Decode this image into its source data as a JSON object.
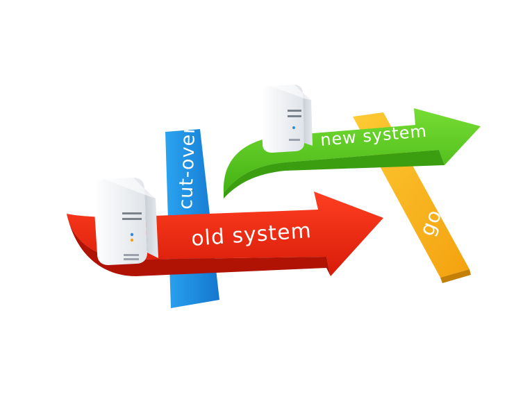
{
  "labels": {
    "cut_over": "cut-over",
    "go_live": "go live",
    "new_system": "new system",
    "old_system": "old system"
  },
  "colors": {
    "blue": "#1a8fe6",
    "yellow": "#f9b61c",
    "green": "#5ccc1e",
    "red": "#ee2a12",
    "server_body": "#f4f6f8"
  },
  "icons": [
    "server-icon",
    "server-icon"
  ]
}
